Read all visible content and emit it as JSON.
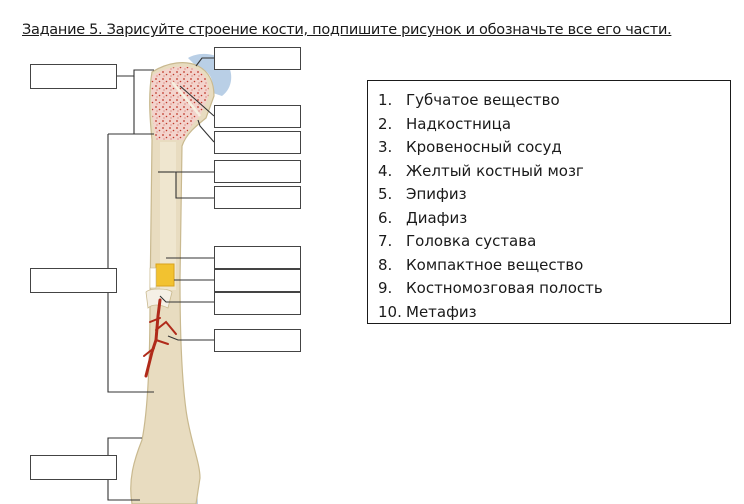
{
  "task": {
    "title": "Задание 5. Зарисуйте строение кости, подпишите рисунок и обозначьте все его части."
  },
  "legend": {
    "items": [
      {
        "num": "1.",
        "text": "Губчатое вещество"
      },
      {
        "num": "2.",
        "text": "Надкостница"
      },
      {
        "num": "3.",
        "text": "Кровеносный сосуд"
      },
      {
        "num": "4.",
        "text": "Желтый костный мозг"
      },
      {
        "num": "5.",
        "text": "Эпифиз"
      },
      {
        "num": "6.",
        "text": "Диафиз"
      },
      {
        "num": "7.",
        "text": "Головка сустава"
      },
      {
        "num": "8.",
        "text": "Компактное вещество"
      },
      {
        "num": "9.",
        "text": "Костномозговая полость"
      },
      {
        "num": "10.",
        "text": "Метафиз"
      }
    ]
  },
  "colors": {
    "bone": "#e8dcc0",
    "spongy": "#f3d3cc",
    "spongy_dots": "#c0392b",
    "cartilage": "#b9cfe6",
    "vessel": "#b02a1a",
    "marrow": "#f2c230"
  }
}
